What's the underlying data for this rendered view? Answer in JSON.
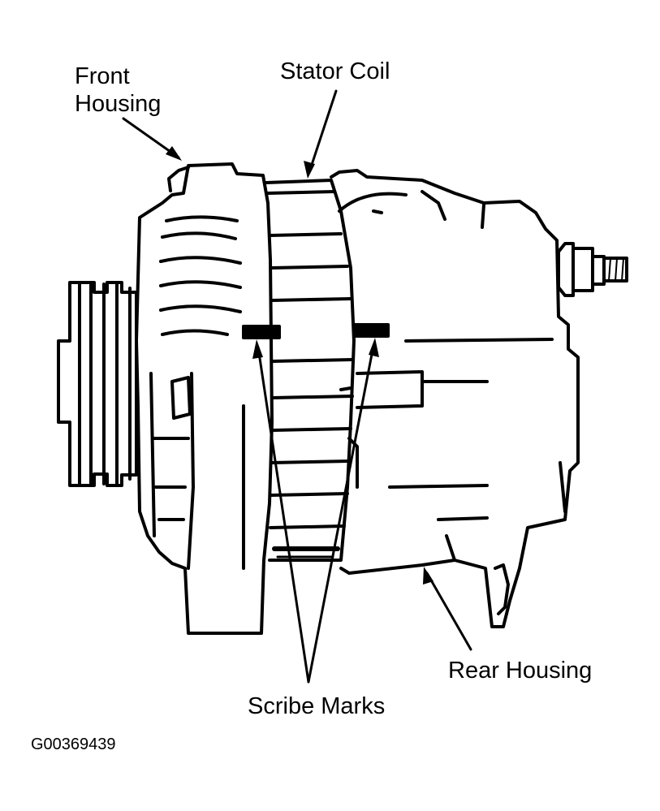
{
  "labels": {
    "front_housing_line1": "Front",
    "front_housing_line2": "Housing",
    "stator_coil": "Stator Coil",
    "rear_housing": "Rear Housing",
    "scribe_marks": "Scribe Marks"
  },
  "figure_id": "G00369439",
  "colors": {
    "ink": "#000000",
    "paper": "#ffffff"
  }
}
